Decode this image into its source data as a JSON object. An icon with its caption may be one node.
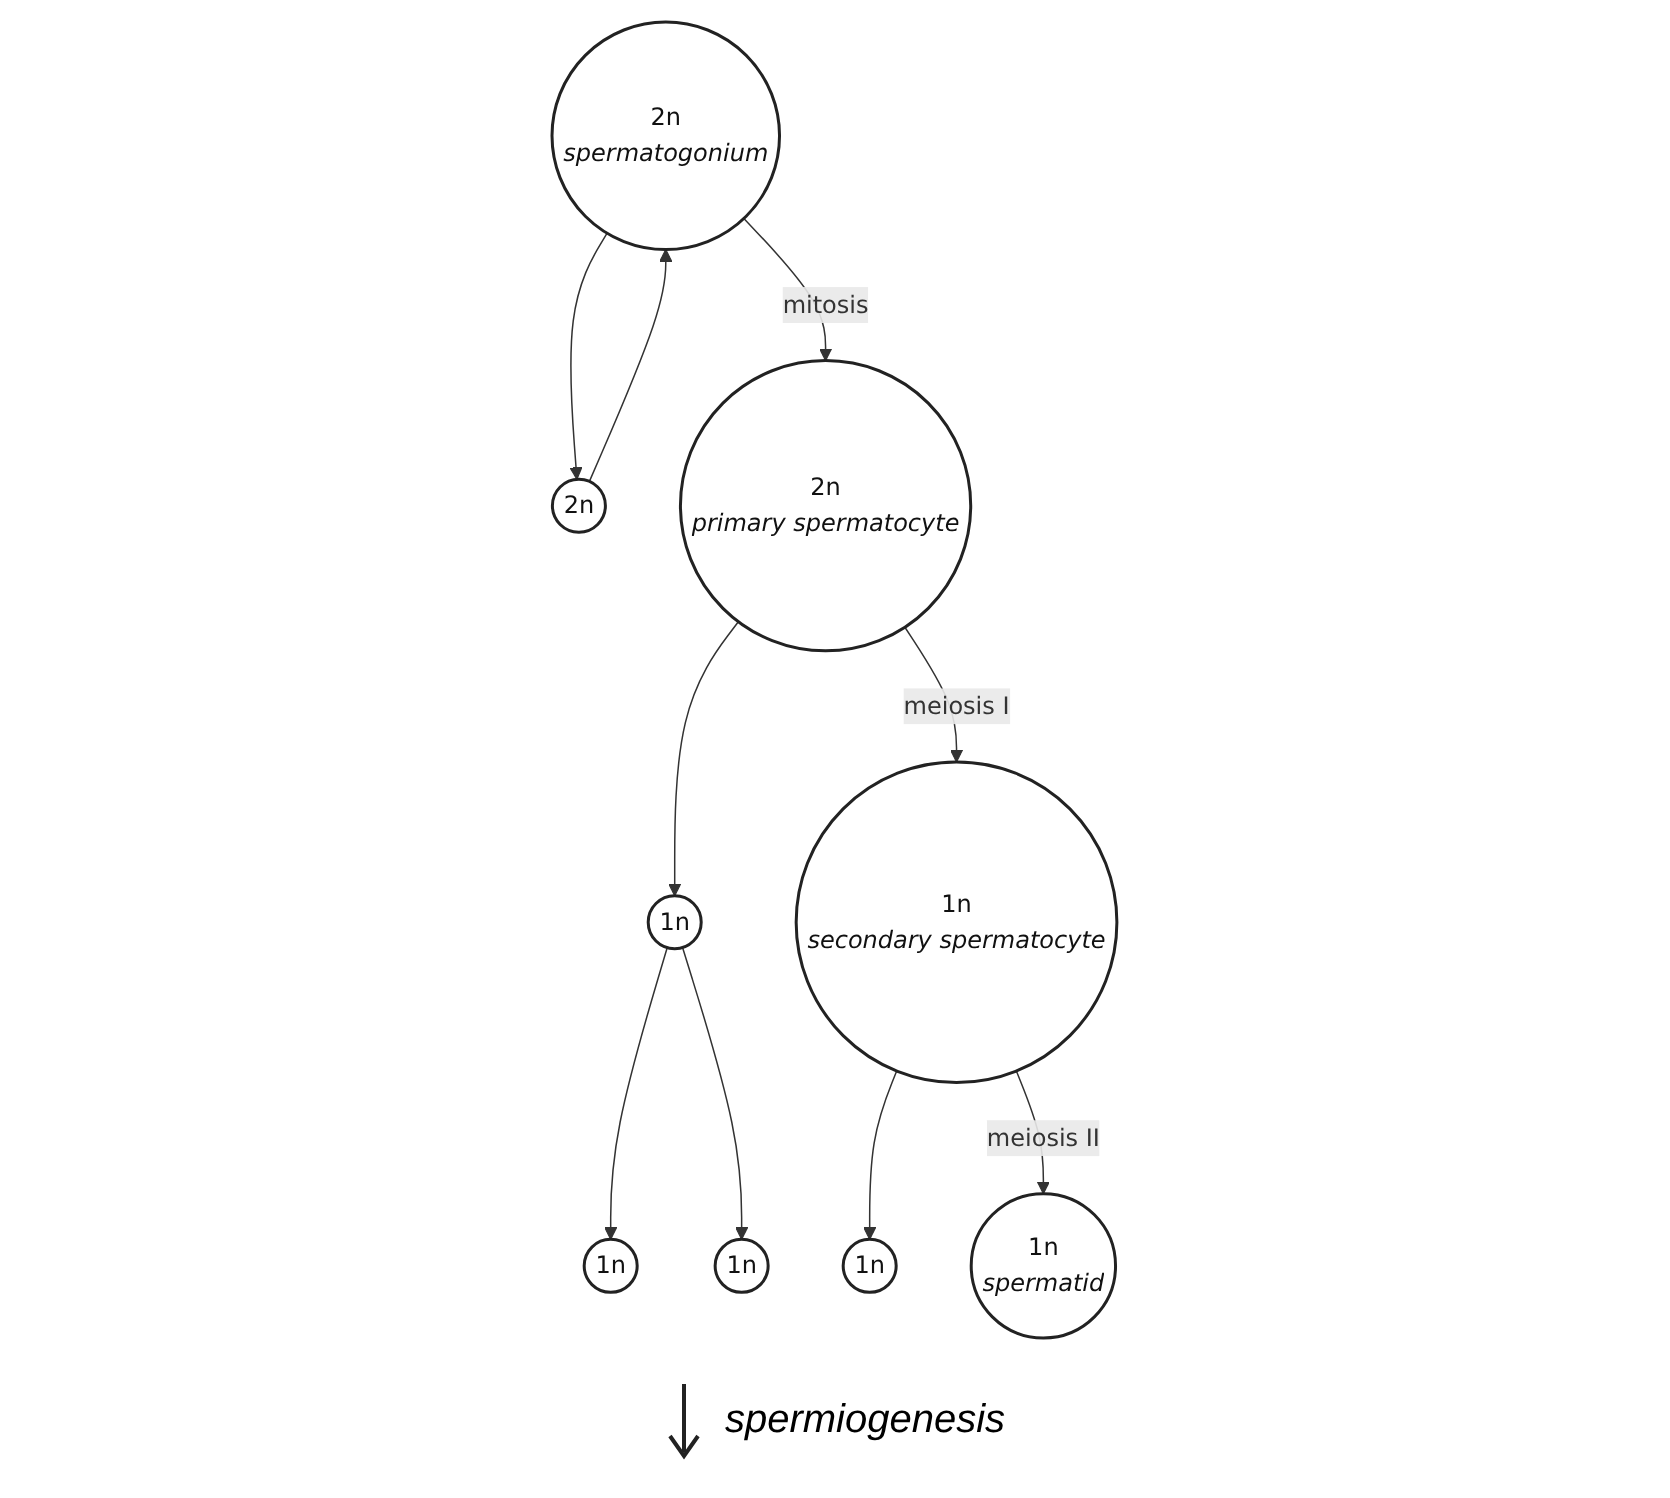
{
  "diagram": {
    "nodes": [
      {
        "text": [
          "2n",
          "spermatogonium"
        ]
      },
      {
        "text": [
          "2n"
        ]
      },
      {
        "text": [
          "2n",
          "primary spermatocyte"
        ]
      },
      {
        "text": [
          "1n"
        ]
      },
      {
        "text": [
          "1n",
          "secondary spermatocyte"
        ]
      },
      {
        "text": [
          "1n"
        ]
      },
      {
        "text": [
          "1n"
        ]
      },
      {
        "text": [
          "1n"
        ]
      },
      {
        "text": [
          "1n",
          "spermatid"
        ]
      }
    ],
    "edges": [
      {
        "from": 0,
        "to": 1,
        "arrow": "to"
      },
      {
        "from": 0,
        "to": 2,
        "arrow": "to",
        "label": "mitosis"
      },
      {
        "from": 1,
        "to": 0,
        "arrow": "to"
      },
      {
        "from": 2,
        "to": 3,
        "arrow": "to"
      },
      {
        "from": 2,
        "to": 4,
        "arrow": "to",
        "label": "meiosis I"
      },
      {
        "from": 3,
        "to": 5,
        "arrow": "to"
      },
      {
        "from": 3,
        "to": 6,
        "arrow": "to"
      },
      {
        "from": 4,
        "to": 7,
        "arrow": "to"
      },
      {
        "from": 4,
        "to": 8,
        "arrow": "to",
        "label": "meiosis II"
      }
    ],
    "labels": [
      "spermiogenesis"
    ]
  }
}
